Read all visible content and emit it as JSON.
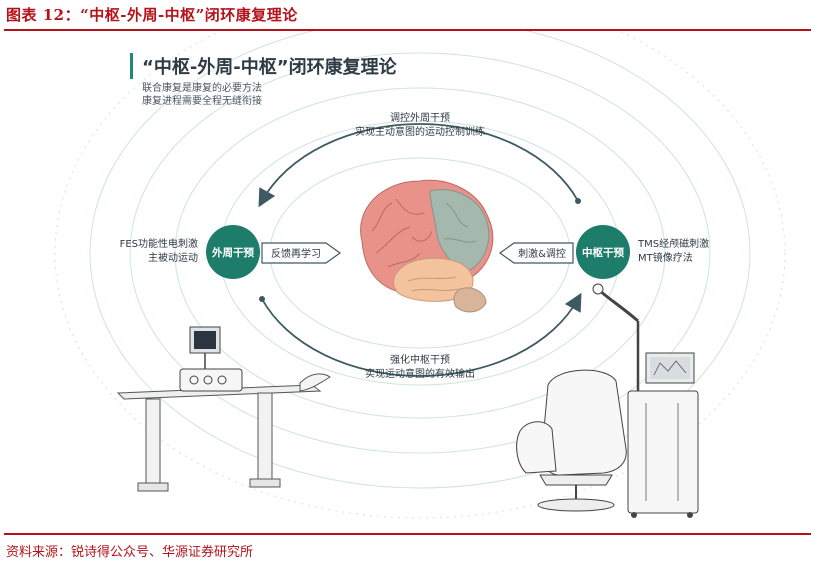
{
  "figure": {
    "title": "图表 12：“中枢-外周-中枢”闭环康复理论",
    "source": "资料来源：锐诗得公众号、华源证券研究所"
  },
  "diagram": {
    "heading": "“中枢-外周-中枢”闭环康复理论",
    "subtitle_lines": [
      "联合康复是康复的必要方法",
      "康复进程需要全程无缝衔接"
    ],
    "top_caption": [
      "调控外周干预",
      "实现主动意图的运动控制训练"
    ],
    "bottom_caption": [
      "强化中枢干预",
      "实现运动意图的有效输出"
    ],
    "left_node": "外周干预",
    "right_node": "中枢干预",
    "left_arrow_label": "反馈再学习",
    "right_arrow_label": "刺激&调控",
    "left_desc": [
      "FES功能性电刺激",
      "主被动运动"
    ],
    "right_desc": [
      "TMS经颅磁刺激",
      "MT镜像疗法"
    ]
  },
  "colors": {
    "accent": "#1e7c6b",
    "heading_bar": "#1e8c74",
    "rule": "#b5121b",
    "ring": "#cfe4dc"
  }
}
